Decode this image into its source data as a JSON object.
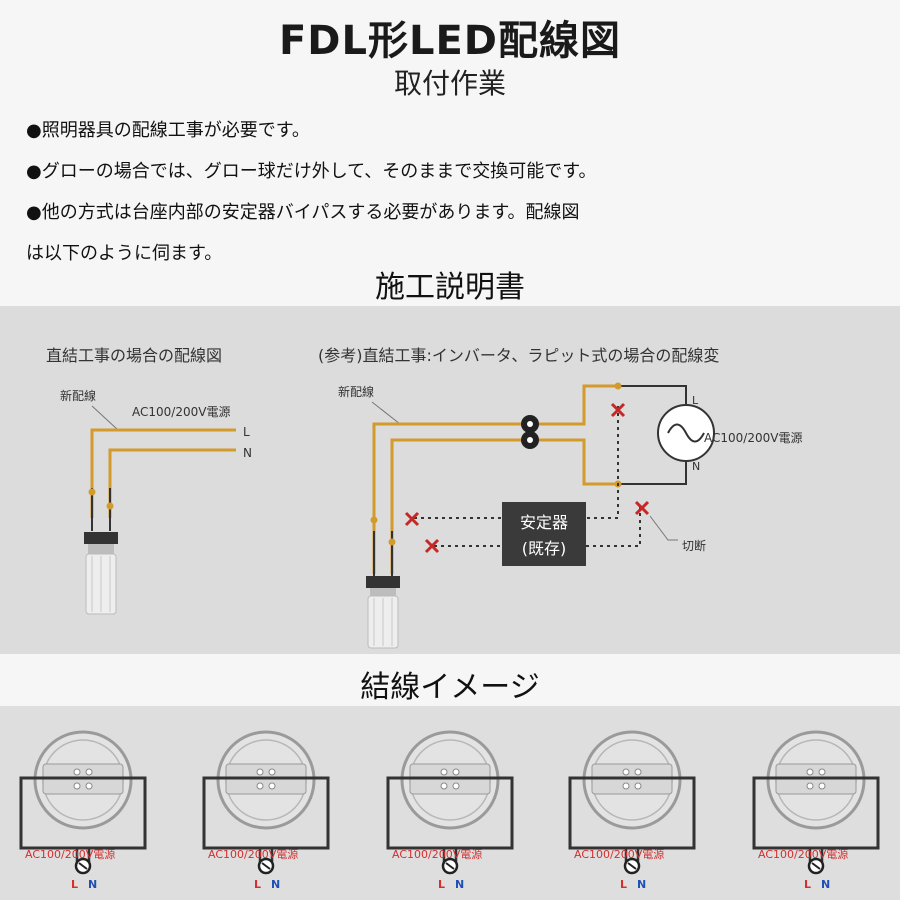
{
  "header": {
    "title": "FDL形LED配線図",
    "subtitle": "取付作業"
  },
  "notes": [
    "●照明器具の配線工事が必要です。",
    "●グローの場合では、グロー球だけ外して、そのままで交換可能です。",
    "●他の方式は台座内部の安定器バイパスする必要があります。配線図",
    "は以下のように伺ます。"
  ],
  "section_manual": "施工説明書",
  "diagram_direct": {
    "heading": "直結工事の場合の配線図",
    "new_wiring": "新配線",
    "power": "AC100/200V電源",
    "L": "L",
    "N": "N"
  },
  "diagram_ref": {
    "heading": "(参考)直結工事:インバータ、ラピット式の場合の配線変",
    "new_wiring": "新配線",
    "power": "AC100/200V電源",
    "L": "L",
    "N": "N",
    "ballast_line1": "安定器",
    "ballast_line2": "(既存)",
    "cut": "切断"
  },
  "section_image": "結線イメージ",
  "thumbs": {
    "power": "AC100/200V電源",
    "L": "L",
    "N": "N",
    "count": 5
  },
  "colors": {
    "wire": "#d39a2c",
    "wire_dark": "#333333",
    "cross": "#c62828",
    "power_label": "#d32f2f",
    "ballast_box": "#3a3a3a",
    "L_label": "#d32f2f",
    "N_label": "#1e4fb3"
  }
}
